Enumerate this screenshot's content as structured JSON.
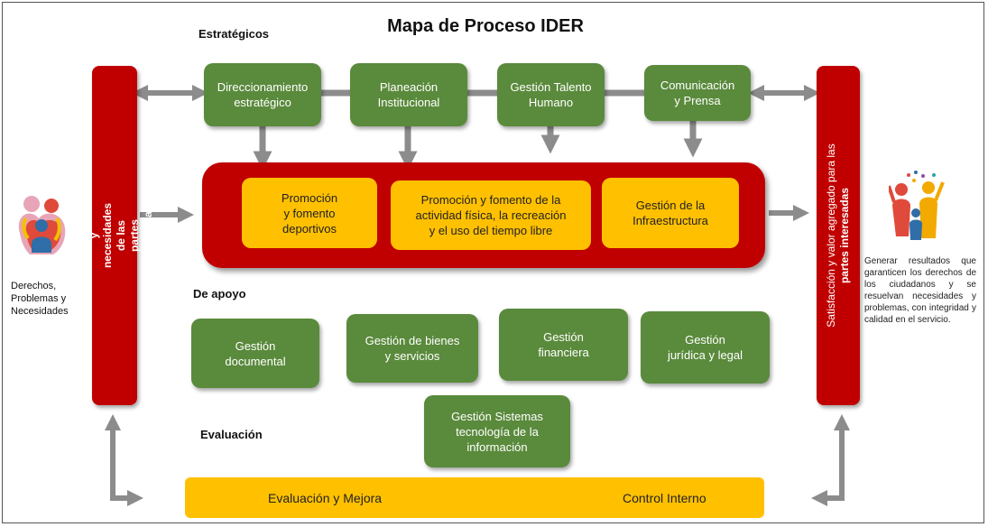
{
  "title": "Mapa de Proceso IDER",
  "sections": {
    "estrategicos": "Estratégicos",
    "apoyo": "De apoyo",
    "evaluacion": "Evaluación"
  },
  "left": {
    "bar_text": "Expectativa y necesidades de las\npartes interesadas",
    "caption": "Derechos,\nProblemas y\nNecesidades"
  },
  "right": {
    "bar_text_1": "Satisfacción y valor agregado para las",
    "bar_text_2": "partes interesadas",
    "caption": "Generar resultados que garanticen los derechos de los ciudadanos y se resuelvan necesidades y problemas, con integridad y calidad en el servicio."
  },
  "strategic": [
    "Direccionamiento\nestratégico",
    "Planeación\nInstitucional",
    "Gestión Talento\nHumano",
    "Comunicación\ny Prensa"
  ],
  "missional": [
    "Promoción\ny fomento\ndeportivos",
    "Promoción y fomento de la\nactividad física, la recreación\ny el uso del tiempo libre",
    "Gestión de la\nInfraestructura"
  ],
  "support": [
    "Gestión\ndocumental",
    "Gestión de bienes\ny servicios",
    "Gestión\nfinanciera",
    "Gestión\njurídica y legal",
    "Gestión Sistemas\ntecnología de la\ninformación"
  ],
  "evaluation": {
    "left": "Evaluación y Mejora",
    "right": "Control Interno"
  },
  "colors": {
    "green": "#5a8a3c",
    "red": "#c00000",
    "yellow": "#ffc000",
    "arrow": "#8c8c8c"
  },
  "icons": {
    "left": "family-icon",
    "right": "celebrating-family-icon"
  }
}
